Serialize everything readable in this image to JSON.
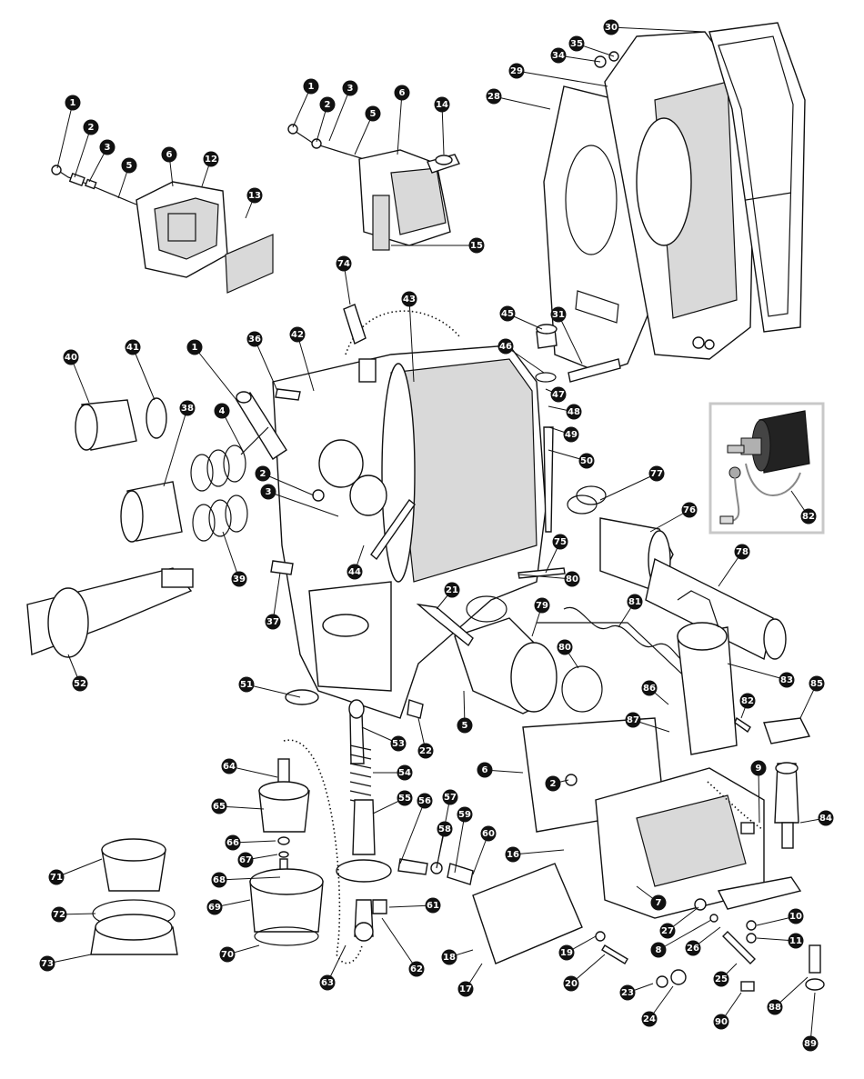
{
  "diagram": {
    "callouts": [
      "1",
      "2",
      "3",
      "5",
      "6",
      "12",
      "13",
      "1",
      "2",
      "3",
      "5",
      "6",
      "14",
      "15",
      "28",
      "29",
      "30",
      "34",
      "35",
      "74",
      "43",
      "45",
      "31",
      "46",
      "47",
      "48",
      "49",
      "50",
      "40",
      "41",
      "1",
      "36",
      "42",
      "38",
      "4",
      "2",
      "3",
      "39",
      "44",
      "37",
      "52",
      "77",
      "76",
      "82",
      "75",
      "80",
      "78",
      "21",
      "79",
      "81",
      "80",
      "83",
      "85",
      "82",
      "51",
      "53",
      "22",
      "5",
      "86",
      "87",
      "6",
      "2",
      "64",
      "54",
      "65",
      "55",
      "56",
      "57",
      "58",
      "59",
      "60",
      "16",
      "9",
      "84",
      "66",
      "67",
      "68",
      "71",
      "72",
      "69",
      "73",
      "70",
      "63",
      "62",
      "61",
      "18",
      "17",
      "19",
      "20",
      "7",
      "27",
      "8",
      "26",
      "10",
      "11",
      "23",
      "24",
      "25",
      "88",
      "90",
      "89"
    ]
  }
}
